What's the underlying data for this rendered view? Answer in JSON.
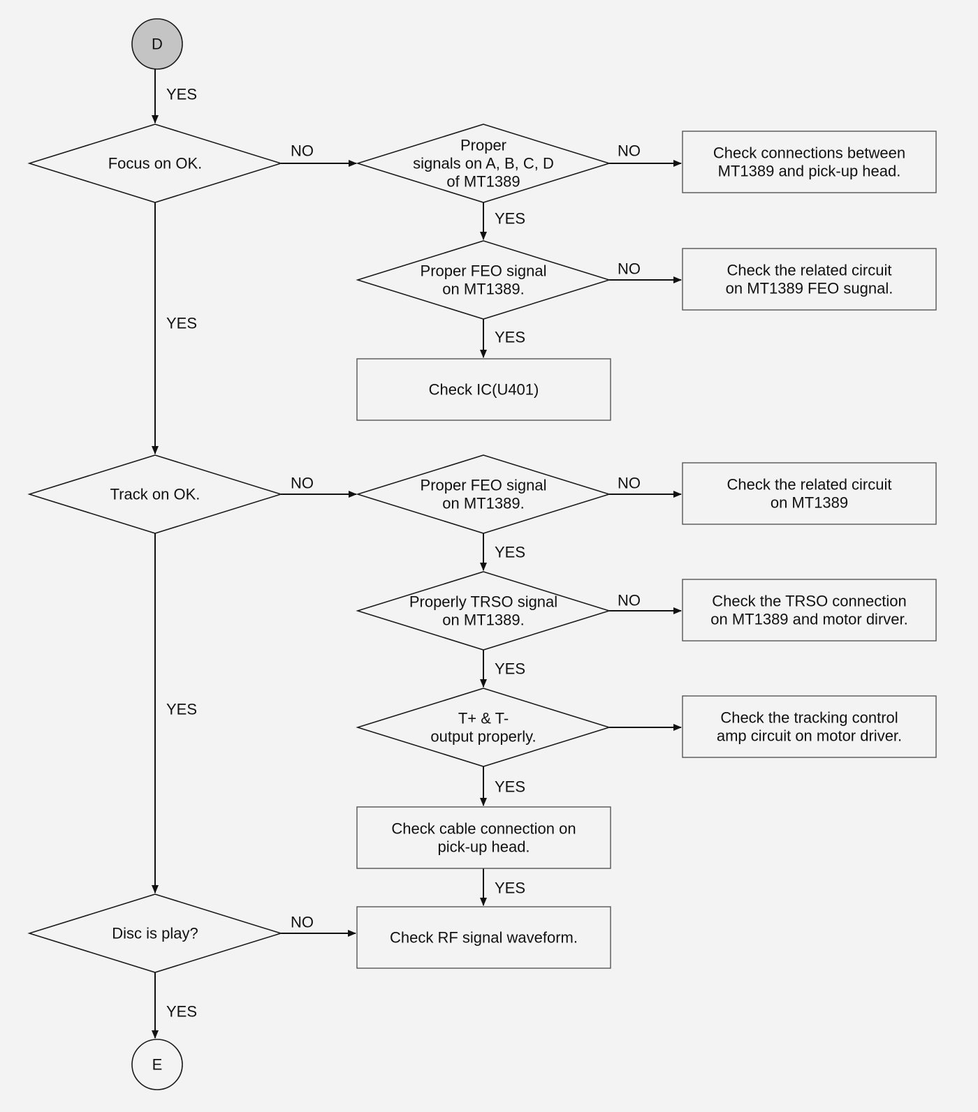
{
  "colors": {
    "background": "#f3f3f3",
    "line": "#111111",
    "start_fill": "#c4c4c4"
  },
  "connectors": {
    "start": "D",
    "end": "E"
  },
  "decisions": {
    "focus": [
      "Focus on OK."
    ],
    "signals_abcd": [
      "Proper",
      "signals on A, B, C, D",
      "of MT1389"
    ],
    "feo_1": [
      "Proper FEO signal",
      "on MT1389."
    ],
    "track": [
      "Track on OK."
    ],
    "feo_2": [
      "Proper FEO signal",
      "on MT1389."
    ],
    "trso": [
      "Properly TRSO signal",
      "on MT1389."
    ],
    "t_output": [
      "T+ & T-",
      "output properly."
    ],
    "disc_play": [
      "Disc is play?"
    ]
  },
  "actions": {
    "check_connections": [
      "Check connections between",
      "MT1389 and pick-up head."
    ],
    "check_feo_circuit": [
      "Check the related circuit",
      "on MT1389 FEO sugnal."
    ],
    "check_ic": [
      "Check IC(U401)"
    ],
    "check_circuit_mt1389": [
      "Check the related circuit",
      "on MT1389"
    ],
    "check_trso": [
      "Check the TRSO connection",
      "on MT1389 and motor dirver."
    ],
    "check_tracking": [
      "Check the tracking control",
      "amp circuit on motor driver."
    ],
    "check_cable": [
      "Check cable connection on",
      "pick-up head."
    ],
    "check_rf": [
      "Check RF signal waveform."
    ]
  },
  "edge_labels": {
    "yes": "YES",
    "no": "NO"
  }
}
